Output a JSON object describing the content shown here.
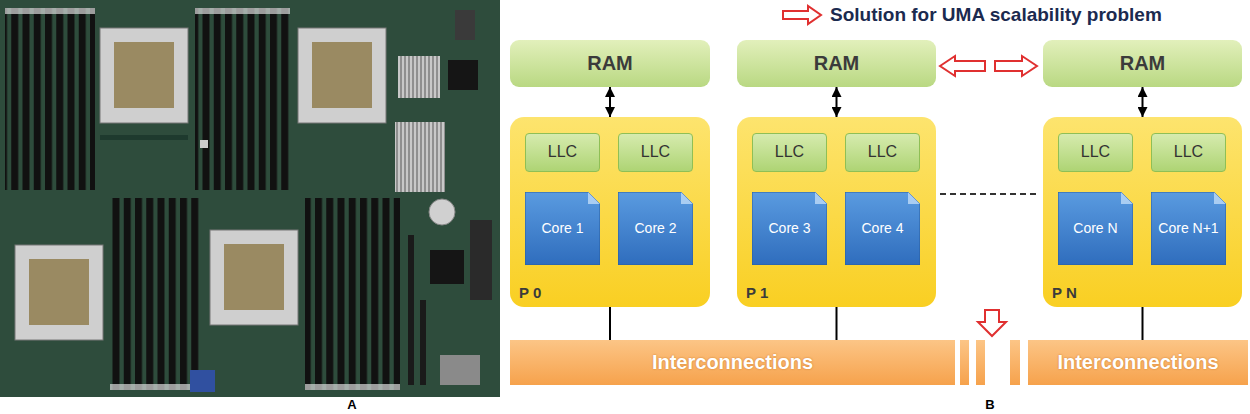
{
  "diagram": {
    "nodes": [
      {
        "text": [
          "RAM"
        ]
      },
      {
        "text": [
          "RAM"
        ]
      },
      {
        "text": [
          "RAM"
        ]
      },
      {
        "text": [
          "P 0"
        ]
      },
      {
        "text": [
          "LLC"
        ],
        "in": 3
      },
      {
        "text": [
          "LLC"
        ],
        "in": 3
      },
      {
        "text": [
          "Core 1"
        ],
        "in": 3
      },
      {
        "text": [
          "Core 2"
        ],
        "in": 3
      },
      {
        "text": [
          "P 1"
        ]
      },
      {
        "text": [
          "LLC"
        ],
        "in": 8
      },
      {
        "text": [
          "LLC"
        ],
        "in": 8
      },
      {
        "text": [
          "Core 3"
        ],
        "in": 8
      },
      {
        "text": [
          "Core 4"
        ],
        "in": 8
      },
      {
        "text": [
          "P N"
        ]
      },
      {
        "text": [
          "LLC"
        ],
        "in": 13
      },
      {
        "text": [
          "LLC"
        ],
        "in": 13
      },
      {
        "text": [
          "Core N"
        ],
        "in": 13
      },
      {
        "text": [
          "Core N+1"
        ],
        "in": 13
      },
      {
        "text": [
          "Interconnections"
        ]
      },
      {
        "text": [
          "Interconnections"
        ]
      }
    ],
    "edges": [
      {
        "from": 0,
        "to": 3,
        "arrow": "both"
      },
      {
        "from": 1,
        "to": 8,
        "arrow": "both"
      },
      {
        "from": 2,
        "to": 13,
        "arrow": "both"
      },
      {
        "from": 3,
        "to": 18,
        "arrow": "none"
      },
      {
        "from": 8,
        "to": 18,
        "arrow": "none"
      },
      {
        "from": 13,
        "to": 19,
        "arrow": "none"
      }
    ],
    "labels": [
      "A",
      "B"
    ],
    "legend": [
      {
        "text": "Solution for UMA scalability problem"
      }
    ]
  }
}
